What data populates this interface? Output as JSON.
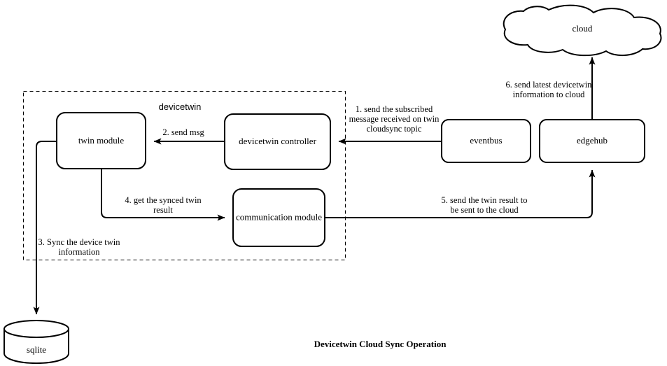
{
  "diagram": {
    "caption": "Devicetwin Cloud Sync Operation",
    "group_label": "devicetwin",
    "colors": {
      "background": "#ffffff",
      "stroke": "#000000",
      "fill": "#ffffff"
    },
    "nodes": [
      {
        "id": "twin-module",
        "label": "twin module",
        "shape": "rounded-rect"
      },
      {
        "id": "devicetwin-controller",
        "label": "devicetwin controller",
        "shape": "rounded-rect"
      },
      {
        "id": "communication-module",
        "label": "communication module",
        "shape": "rounded-rect"
      },
      {
        "id": "eventbus",
        "label": "eventbus",
        "shape": "rounded-rect"
      },
      {
        "id": "edgehub",
        "label": "edgehub",
        "shape": "rounded-rect"
      },
      {
        "id": "cloud",
        "label": "cloud",
        "shape": "cloud"
      },
      {
        "id": "sqlite",
        "label": "sqlite",
        "shape": "cylinder"
      }
    ],
    "edges": [
      {
        "id": "edge-1",
        "from": "eventbus",
        "to": "devicetwin-controller",
        "label_lines": [
          "1. send the subscribed",
          "message received on twin",
          "cloudsync topic"
        ]
      },
      {
        "id": "edge-2",
        "from": "devicetwin-controller",
        "to": "twin-module",
        "label_lines": [
          "2. send msg"
        ]
      },
      {
        "id": "edge-3",
        "from": "twin-module",
        "to": "sqlite",
        "label_lines": [
          "3. Sync the device twin",
          "information"
        ]
      },
      {
        "id": "edge-4",
        "from": "twin-module",
        "to": "communication-module",
        "label_lines": [
          "4. get the synced twin",
          "result"
        ]
      },
      {
        "id": "edge-5",
        "from": "communication-module",
        "to": "edgehub",
        "label_lines": [
          "5. send the twin result to",
          "be sent to the cloud"
        ]
      },
      {
        "id": "edge-6",
        "from": "edgehub",
        "to": "cloud",
        "label_lines": [
          "6. send latest devicetwin",
          "information to cloud"
        ]
      }
    ]
  }
}
